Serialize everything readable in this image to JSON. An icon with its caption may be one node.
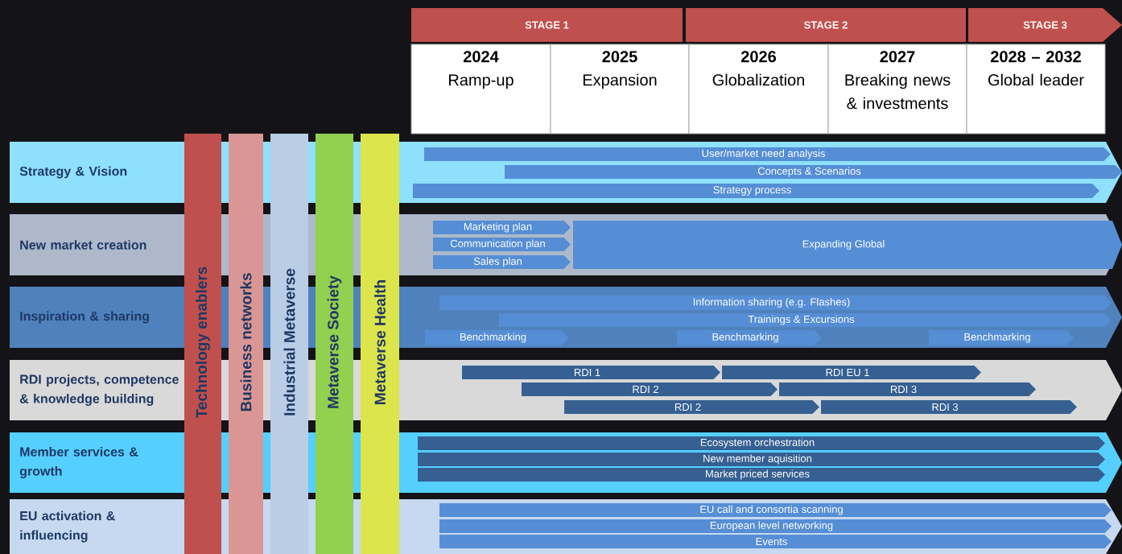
{
  "diagram": {
    "nodes": [
      {
        "text": [
          "STAGE 1"
        ]
      },
      {
        "text": [
          "STAGE 2"
        ]
      },
      {
        "text": [
          "STAGE 3"
        ]
      },
      {
        "text": [
          "2024",
          "Ramp-up"
        ]
      },
      {
        "text": [
          "2025",
          "Expansion"
        ]
      },
      {
        "text": [
          "2026",
          "Globalization"
        ]
      },
      {
        "text": [
          "2027",
          "Breaking news & investments"
        ]
      },
      {
        "text": [
          "2028 – 2032",
          "Global leader"
        ]
      },
      {
        "text": [
          "Strategy & Vision"
        ]
      },
      {
        "text": [
          "User/market need analysis"
        ],
        "in": 8
      },
      {
        "text": [
          "Concepts & Scenarios"
        ],
        "in": 8
      },
      {
        "text": [
          "Strategy process"
        ],
        "in": 8
      },
      {
        "text": [
          "New market creation"
        ]
      },
      {
        "text": [
          "Marketing plan"
        ],
        "in": 12
      },
      {
        "text": [
          "Communication plan"
        ],
        "in": 12
      },
      {
        "text": [
          "Sales plan"
        ],
        "in": 12
      },
      {
        "text": [
          "Expanding Global"
        ],
        "in": 12
      },
      {
        "text": [
          "Inspiration & sharing"
        ]
      },
      {
        "text": [
          "Information sharing (e.g. Flashes)"
        ],
        "in": 17
      },
      {
        "text": [
          "Trainings & Excursions"
        ],
        "in": 17
      },
      {
        "text": [
          "Benchmarking"
        ],
        "in": 17
      },
      {
        "text": [
          "Benchmarking"
        ],
        "in": 17
      },
      {
        "text": [
          "Benchmarking"
        ],
        "in": 17
      },
      {
        "text": [
          "RDI projects, competence & knowledge building"
        ]
      },
      {
        "text": [
          "RDI 1"
        ],
        "in": 23
      },
      {
        "text": [
          "RDI EU 1"
        ],
        "in": 23
      },
      {
        "text": [
          "RDI 2"
        ],
        "in": 23
      },
      {
        "text": [
          "RDI 3"
        ],
        "in": 23
      },
      {
        "text": [
          "RDI 2"
        ],
        "in": 23
      },
      {
        "text": [
          "RDI 3"
        ],
        "in": 23
      },
      {
        "text": [
          "Member services & growth"
        ]
      },
      {
        "text": [
          "Ecosystem orchestration"
        ],
        "in": 30
      },
      {
        "text": [
          "New member aquisition"
        ],
        "in": 30
      },
      {
        "text": [
          "Market priced services"
        ],
        "in": 30
      },
      {
        "text": [
          "EU activation & influencing"
        ]
      },
      {
        "text": [
          "EU call and consortia scanning"
        ],
        "in": 34
      },
      {
        "text": [
          "European level networking"
        ],
        "in": 34
      },
      {
        "text": [
          "Events"
        ],
        "in": 34
      },
      {
        "text": [
          "Technology enablers"
        ]
      },
      {
        "text": [
          "Business networks"
        ]
      },
      {
        "text": [
          "Industrial Metaverse"
        ]
      },
      {
        "text": [
          "Metaverse Society"
        ]
      },
      {
        "text": [
          "Metaverse Health"
        ]
      }
    ]
  }
}
